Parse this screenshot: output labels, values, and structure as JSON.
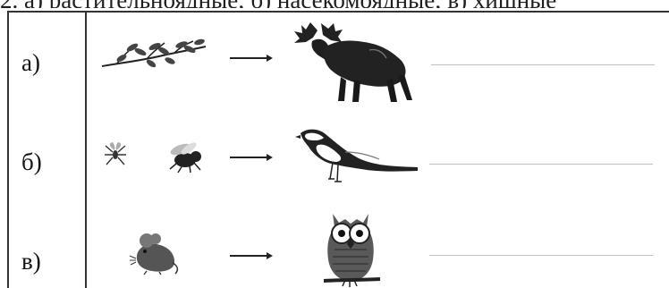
{
  "header": {
    "text": "2. а) растительноядные; б) насекомоядные; в) хищные"
  },
  "rows": [
    {
      "label": "а)",
      "food": [
        "plant-branch"
      ],
      "animal": "moose"
    },
    {
      "label": "б)",
      "food": [
        "mosquito",
        "fly"
      ],
      "animal": "wagtail"
    },
    {
      "label": "в)",
      "food": [
        "mouse"
      ],
      "animal": "owl"
    }
  ],
  "colors": {
    "ink": "#151515",
    "line": "#bfbfbf"
  }
}
